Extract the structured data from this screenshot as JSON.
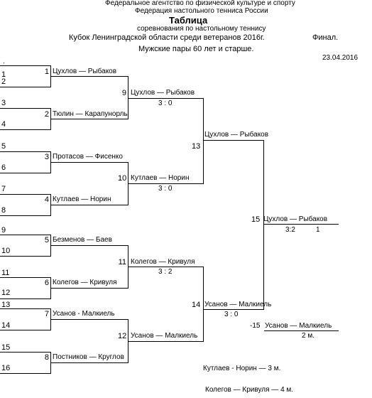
{
  "header": {
    "agency": "Федеральное агентство по физической культуре и спорту",
    "federation": "Федерация настольного тенниса России",
    "doc_title": "Таблица",
    "subtitle": "соревнования по настольному теннису",
    "cup": "Кубок  Ленинградской области среди ветеранов 2016г.",
    "stage": "Финал.",
    "category": "Мужские пары  60 лет и старше.",
    "date": "23.04.2016",
    "dot": "."
  },
  "seeds": [
    "1",
    "2",
    "3",
    "4",
    "5",
    "6",
    "7",
    "8",
    "9",
    "10",
    "11",
    "12",
    "13",
    "14",
    "15",
    "16"
  ],
  "round1": [
    {
      "no": "1",
      "pair": "Цухлов — Рыбаков"
    },
    {
      "no": "2",
      "pair": "Тюлин — Карапунорлы"
    },
    {
      "no": "3",
      "pair": "Протасов — Фисенко"
    },
    {
      "no": "4",
      "pair": "Кутлаев — Норин"
    },
    {
      "no": "5",
      "pair": "Безменов — Баев"
    },
    {
      "no": "6",
      "pair": "Колегов — Кривуля"
    },
    {
      "no": "7",
      "pair": "Усанов  - Малкиель"
    },
    {
      "no": "8",
      "pair": "Постников — Круглов"
    }
  ],
  "round2": [
    {
      "no": "9",
      "pair": "Цухлов — Рыбаков",
      "score": "3 : 0"
    },
    {
      "no": "10",
      "pair": "Кутлаев — Норин",
      "score": "3 : 0"
    },
    {
      "no": "11",
      "pair": "Колегов — Кривуля",
      "score": "3 : 2"
    },
    {
      "no": "12",
      "pair": "Усанов — Малкиель",
      "score": ""
    }
  ],
  "round3": [
    {
      "no": "13",
      "pair": "Цухлов — Рыбаков",
      "score": ""
    },
    {
      "no": "14",
      "pair": "Усанов — Малкиель",
      "score": "3 : 0"
    }
  ],
  "final": {
    "no": "15",
    "pair": "Цухлов — Рыбаков",
    "score": "3:2",
    "place": "1"
  },
  "loser_final": {
    "no": "-15",
    "pair": "Усанов — Малкиель",
    "place": "2 м."
  },
  "places": {
    "third": "Кутлаев - Норин — 3 м.",
    "fourth": "Колегов — Кривуля — 4 м."
  }
}
